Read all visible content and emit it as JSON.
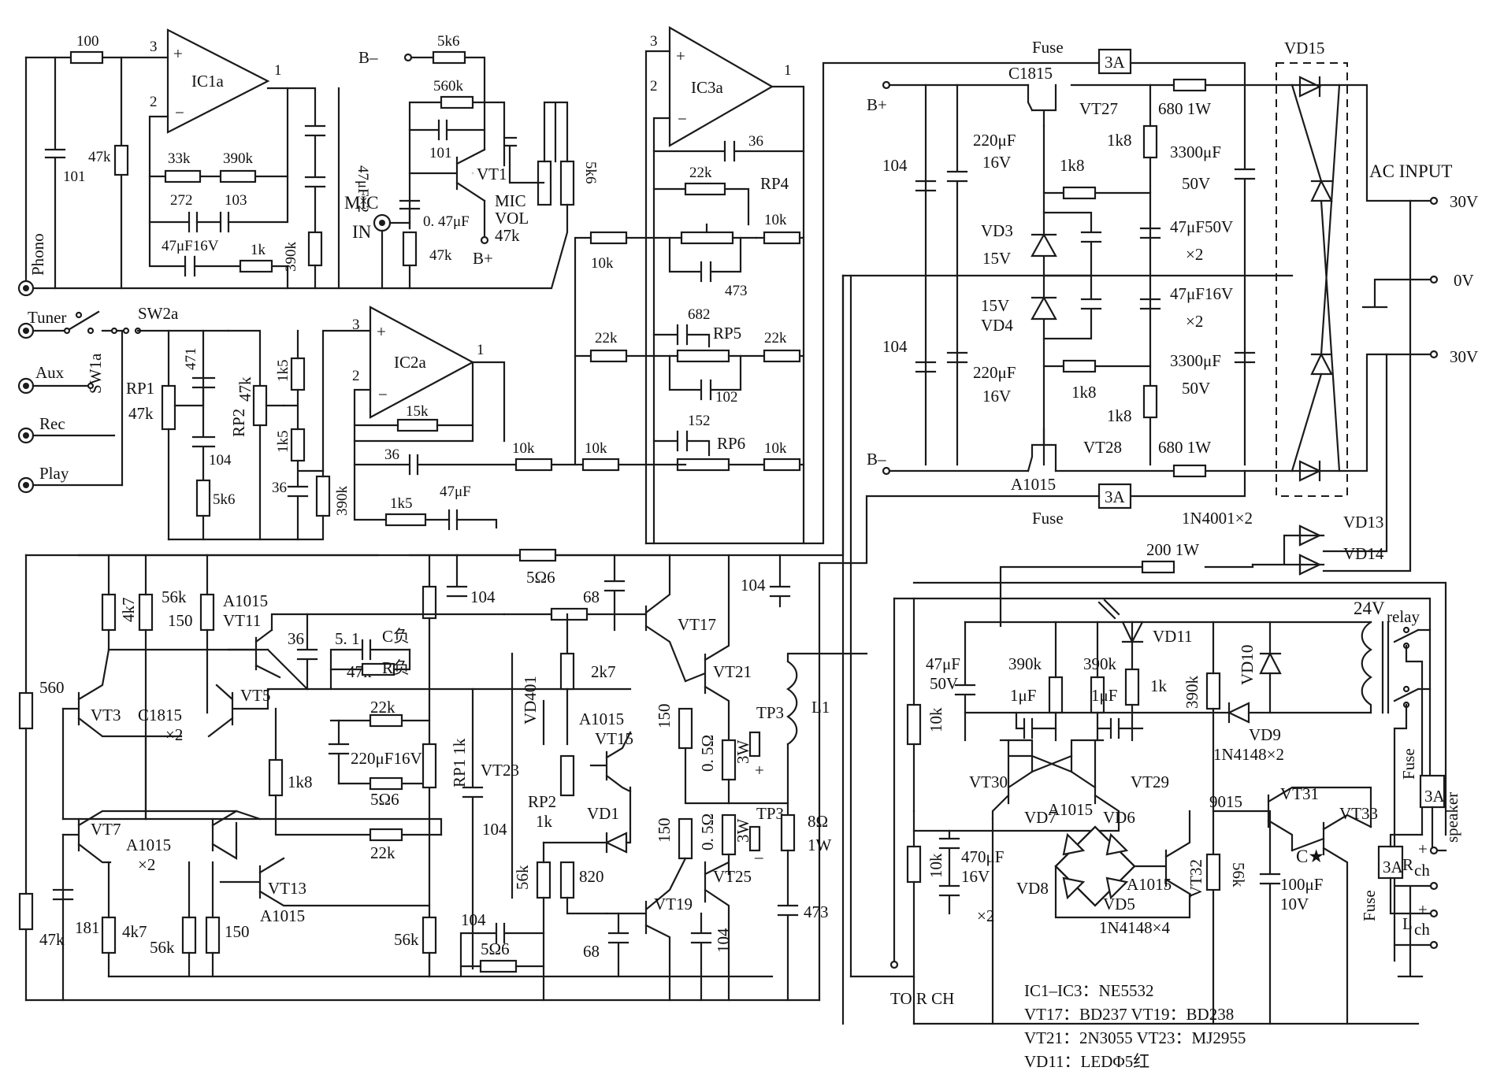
{
  "opamps": {
    "ic1a": {
      "label": "IC1a",
      "pin_plus": "3",
      "pin_minus": "2",
      "pin_out": "1"
    },
    "ic2a": {
      "label": "IC2a",
      "pin_plus": "3",
      "pin_minus": "2",
      "pin_out": "1"
    },
    "ic3a": {
      "label": "IC3a",
      "pin_plus": "3",
      "pin_minus": "2",
      "pin_out": "1"
    }
  },
  "inputs": {
    "phono": "Phono",
    "tuner": "Tuner",
    "aux": "Aux",
    "rec": "Rec",
    "play": "Play",
    "sw1a": "SW1a",
    "sw2a": "SW2a",
    "mic": "MIC",
    "in": "IN"
  },
  "preamp": {
    "r100": "100",
    "c101": "101",
    "r47k": "47k",
    "r33k": "33k",
    "r390k_a": "390k",
    "c272": "272",
    "c103": "103",
    "c47u16v": "47μF16V",
    "r1k": "1k",
    "c47ux2": "47μF×2",
    "r390k_b": "390k",
    "bminus": "B–",
    "r5k6": "5k6",
    "r560k": "560k",
    "c101b": "101",
    "vt1": "VT1",
    "c047": "0. 47μF",
    "r47k_b": "47k",
    "bplus": "B+",
    "micvol": "MIC",
    "micvol2": "VOL",
    "micvol3": "47k",
    "r5k6b": "5k6",
    "rp1": "RP1",
    "rp1v": "47k",
    "c471": "471",
    "c104": "104",
    "r5k6c": "5k6",
    "rp2": "RP2",
    "rp2v": "47k",
    "r1k5a": "1k5",
    "r1k5b": "1k5",
    "c36": "36",
    "r390k_c": "390k",
    "r15k": "15k",
    "c36b": "36",
    "r1k5c": "1k5",
    "c47u": "47μF",
    "r10k_a": "10k",
    "r10k_b": "10k"
  },
  "tone": {
    "c36": "36",
    "r22k": "22k",
    "rp4": "RP4",
    "r10k": "10k",
    "r10k_in": "10k",
    "c473": "473",
    "c682": "682",
    "rp5": "RP5",
    "r22k_in": "22k",
    "r22k_out": "22k",
    "c102": "102",
    "c152": "152",
    "rp6": "RP6",
    "r10k_out": "10k"
  },
  "power": {
    "fuse": "Fuse",
    "fuse2": "Fuse",
    "f3a": "3A",
    "f3a2": "3A",
    "c1815": "C1815",
    "bplus": "B+",
    "bminus": "B–",
    "vt27": "VT27",
    "vt28": "VT28",
    "a1015": "A1015",
    "r680": "680  1W",
    "r680b": "680  1W",
    "c104": "104",
    "c104b": "104",
    "c220u": "220μF",
    "v16": "16V",
    "c220ub": "220μF",
    "v16b": "16V",
    "r1k8a": "1k8",
    "r1k8b": "1k8",
    "r1k8c": "1k8",
    "r1k8d": "1k8",
    "c3300": "3300μF",
    "v50": "50V",
    "c3300b": "3300μF",
    "v50b": "50V",
    "vd3": "VD3",
    "v15": "15V",
    "vd4": "VD4",
    "v15b": "15V",
    "c47u50": "47μF50V",
    "x2": "×2",
    "c47u16": "47μF16V",
    "x2b": "×2",
    "vd15": "VD15",
    "acinput": "AC  INPUT",
    "v30a": "30V",
    "v0": "0V",
    "v30b": "30V",
    "d1n4001": "1N4001×2",
    "vd13": "VD13",
    "vd14": "VD14"
  },
  "amp": {
    "r5o6": "5Ω6",
    "c104": "104",
    "c68": "68",
    "c104b": "104",
    "r4k7": "4k7",
    "r56k": "56k",
    "a1015": "A1015",
    "r150": "150",
    "vt11": "VT11",
    "c36": "36",
    "c51": "5. 1",
    "cneg": "C负",
    "r47k": "47k",
    "rneg": "R负",
    "r560": "560",
    "vt3": "VT3",
    "c1815x2": "C1815",
    "x2": "×2",
    "vt5": "VT5",
    "r22k": "22k",
    "c220u": "220μF16V",
    "r1k8": "1k8",
    "r5o6b": "5Ω6",
    "r22kb": "22k",
    "rp1": "RP1  1k",
    "vt17": "VT17",
    "r2k7": "2k7",
    "vd401": "VD401",
    "a1015b": "A1015",
    "vt15": "VT15",
    "vt23": "VT23",
    "c104c": "104",
    "rp2": "RP2",
    "rp2v": "1k",
    "vd1": "VD1",
    "r820": "820",
    "r56kb": "56k",
    "vt21": "VT21",
    "r150b": "150",
    "r05": "0. 5Ω",
    "w3": "3W",
    "tp3": "TP3",
    "plus": "+",
    "l1": "L1",
    "r150c": "150",
    "r05b": "0. 5Ω",
    "w3b": "3W",
    "tp3b": "TP3",
    "minus": "–",
    "r8o": "8Ω",
    "w1": "1W",
    "vt25": "VT25",
    "vt19": "VT19",
    "c104d": "104",
    "c473": "473",
    "c68b": "68",
    "c104e": "104",
    "r5o6c": "5Ω6",
    "vt7": "VT7",
    "a1015c": "A1015",
    "x2b": "×2",
    "vt13": "VT13",
    "a1015d": "A1015",
    "r47kb": "47k",
    "c181": "181",
    "r4k7b": "4k7",
    "r56kc": "56k",
    "r150d": "150",
    "r56kd": "56k"
  },
  "protect": {
    "r200": "200  1W",
    "c47u50": "47μF",
    "v50": "50V",
    "r10k": "10k",
    "r390k": "390k",
    "c1u": "1μF",
    "r390kb": "390k",
    "c1ub": "1μF",
    "vd11": "VD11",
    "r1k": "1k",
    "r390kc": "390k",
    "vd10": "VD10",
    "relay": "24V",
    "relay_sub": "relay",
    "vd9": "VD9",
    "d1n4148x2": "1N4148×2",
    "vt30": "VT30",
    "vt29": "VT29",
    "a1015": "A1015",
    "r9015": "9015",
    "vt31": "VT31",
    "vt33": "VT33",
    "vd7": "VD7",
    "vd6": "VD6",
    "vd8": "VD8",
    "vd5": "VD5",
    "a1015b": "A1015",
    "vt32": "VT32",
    "r56k": "56k",
    "d1n4148x4": "1N4148×4",
    "r10kb": "10k",
    "c470u": "470μF",
    "v16": "16V",
    "x2": "×2",
    "cstar": "C★",
    "c100u": "100μF",
    "v10": "10V",
    "fuse": "Fuse",
    "f3a": "3A",
    "speaker": "speaker",
    "fuse2": "Fuse",
    "f3a2": "3A",
    "rch": "R",
    "rch2": "ch",
    "lch": "L",
    "lch2": "ch",
    "plus1": "+",
    "minus1": "–",
    "plus2": "+",
    "minus2": "–",
    "torch": "TO  R  CH"
  },
  "notes": {
    "n1": "IC1–IC3：NE5532",
    "n2": "VT17：BD237   VT19：BD238",
    "n3": "VT21：2N3055  VT23：MJ2955",
    "n4": "VD11：LEDΦ5红"
  }
}
